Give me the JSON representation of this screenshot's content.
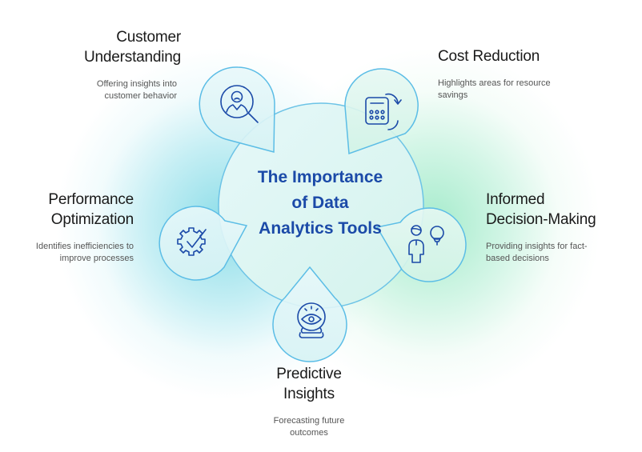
{
  "diagram": {
    "title": "The Importance of Data Analytics Tools",
    "title_lines": [
      "The Importance",
      "of Data",
      "Analytics Tools"
    ],
    "colors": {
      "title_text": "#1b4aa8",
      "icon_stroke": "#1b4aa8",
      "outline": "#5bbde6",
      "fill": "#dff5f7",
      "glow_left": "#78d7e4",
      "glow_right": "#96e8c3",
      "heading_text": "#1a1a1a",
      "description_text": "#555555"
    },
    "nodes": [
      {
        "id": "customer-understanding",
        "title_lines": [
          "Customer",
          "Understanding"
        ],
        "description_lines": [
          "Offering insights into",
          "customer behavior"
        ],
        "icon": "person-search-icon"
      },
      {
        "id": "cost-reduction",
        "title_lines": [
          "Cost Reduction"
        ],
        "description_lines": [
          "Highlights areas for resource",
          "savings"
        ],
        "icon": "calculator-cycle-icon"
      },
      {
        "id": "performance-optimization",
        "title_lines": [
          "Performance",
          "Optimization"
        ],
        "description_lines": [
          "Identifies inefficiencies to",
          "improve processes"
        ],
        "icon": "gear-check-icon"
      },
      {
        "id": "informed-decision-making",
        "title_lines": [
          "Informed",
          "Decision-Making"
        ],
        "description_lines": [
          "Providing insights for fact-",
          "based decisions"
        ],
        "icon": "person-lightbulb-icon"
      },
      {
        "id": "predictive-insights",
        "title_lines": [
          "Predictive",
          "Insights"
        ],
        "description_lines": [
          "Forecasting future",
          "outcomes"
        ],
        "icon": "crystal-ball-eye-icon"
      }
    ]
  }
}
